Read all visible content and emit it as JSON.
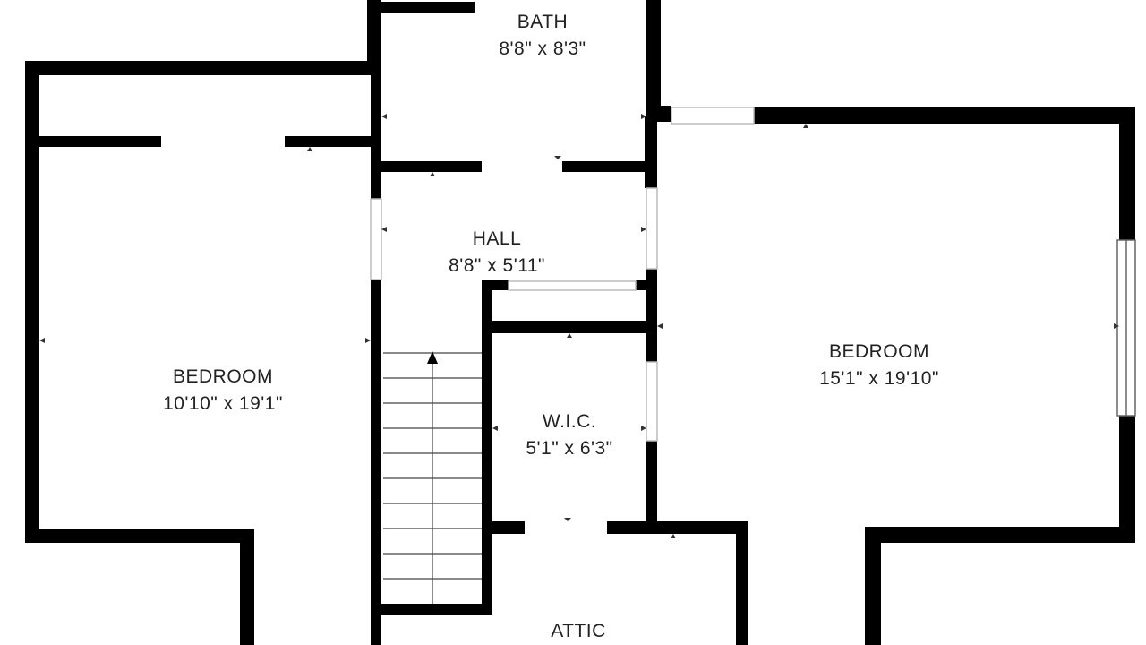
{
  "floor_plan": {
    "rooms": [
      {
        "id": "bath",
        "name": "BATH",
        "dimensions": "8'8\" x 8'3\""
      },
      {
        "id": "hall",
        "name": "HALL",
        "dimensions": "8'8\" x 5'11\""
      },
      {
        "id": "bedroom_left",
        "name": "BEDROOM",
        "dimensions": "10'10\" x 19'1\""
      },
      {
        "id": "bedroom_right",
        "name": "BEDROOM",
        "dimensions": "15'1\" x 19'10\""
      },
      {
        "id": "wic",
        "name": "W.I.C.",
        "dimensions": "5'1\" x 6'3\""
      },
      {
        "id": "attic",
        "name": "ATTIC",
        "dimensions": ""
      }
    ],
    "colors": {
      "wall": "#000000",
      "background": "#ffffff",
      "text": "#222222",
      "thin_line": "#444444"
    }
  }
}
